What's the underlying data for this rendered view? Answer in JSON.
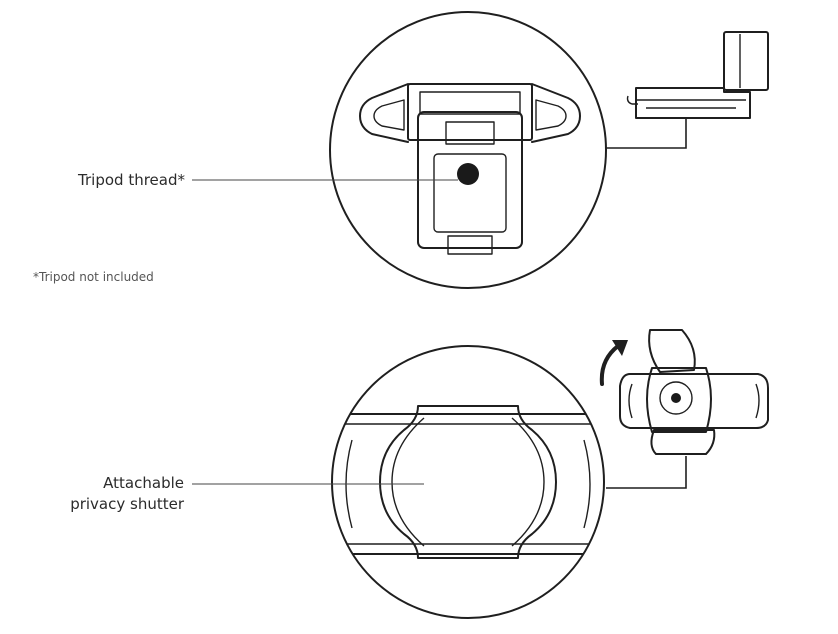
{
  "callouts": {
    "tripod_thread": "Tripod thread*",
    "shutter_line1": "Attachable",
    "shutter_line2": "privacy shutter"
  },
  "footnote": "*Tripod not included",
  "icons": [
    "tripod-mount-detail-icon",
    "webcam-on-monitor-icon",
    "privacy-shutter-detail-icon",
    "webcam-with-shutter-icon",
    "rotate-arrow-icon"
  ],
  "colors": {
    "line": "#1f1f1f",
    "text": "#2b2b2b",
    "background": "#ffffff"
  }
}
